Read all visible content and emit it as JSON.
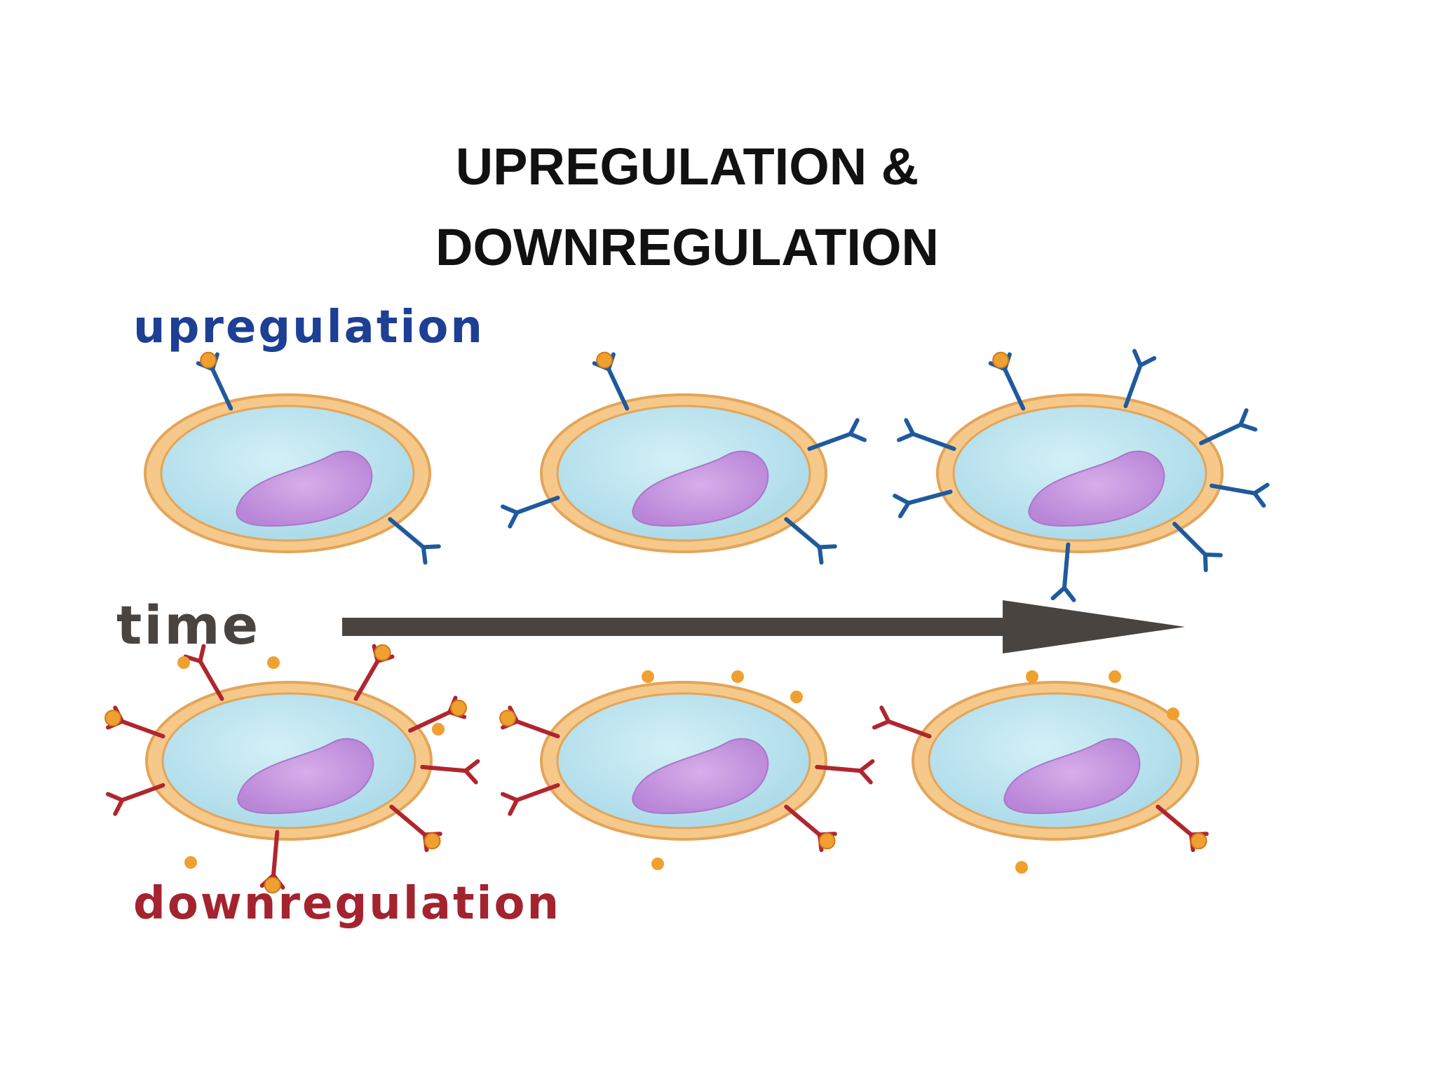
{
  "title": {
    "line1": "UPREGULATION &",
    "line2": "DOWNREGULATION"
  },
  "labels": {
    "upregulation": "upregulation",
    "time": "time",
    "downregulation": "downregulation"
  },
  "colors": {
    "upregulation_label": "#1d3f94",
    "downregulation_label": "#a3232f",
    "time_label": "#4a4440",
    "arrow": "#4a4440",
    "cell_membrane": "#f6c98a",
    "cell_membrane_edge": "#e3a55a",
    "cytoplasm": "#b8e2ee",
    "nucleus": "#c89be0",
    "receptor_up": "#1f5a9c",
    "receptor_down": "#b0262e",
    "ligand": "#f0a030"
  },
  "diagram": {
    "upregulation_receptor_counts": [
      2,
      4,
      8
    ],
    "downregulation_receptor_counts": [
      8,
      4,
      2
    ]
  }
}
